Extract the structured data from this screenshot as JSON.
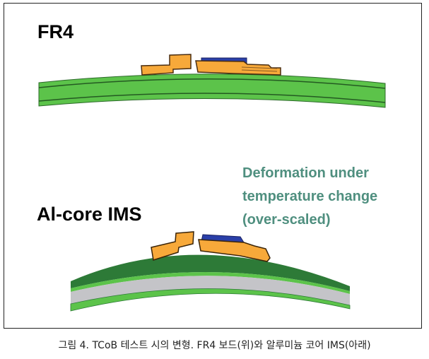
{
  "labels": {
    "top": "FR4",
    "bottom": "Al-core IMS"
  },
  "annotation": [
    "Deformation under",
    "temperature change",
    "(over-scaled)"
  ],
  "caption": "그림 4. TCoB 테스트 시의 변형. FR4 보드(위)와 알루미늄 코어 IMS(아래)",
  "colors": {
    "fr4": "#5cc34a",
    "ims_top": "#2d7a37",
    "aluminum": "#c4c4c8",
    "component": "#f7a93a",
    "chip": "#2a3fa8",
    "annotation": "#4f8f7f"
  }
}
